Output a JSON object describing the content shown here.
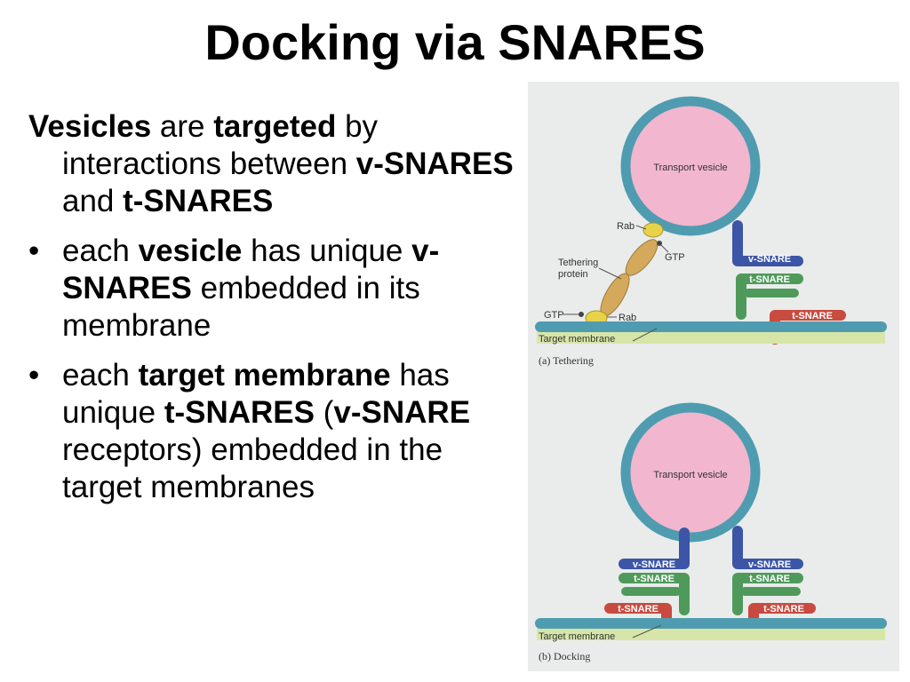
{
  "title": "Docking via SNARES",
  "intro": {
    "p1": "Vesicles",
    "p2": " are ",
    "p3": "targeted",
    "p4": " by interactions between ",
    "p5": "v-SNARES",
    "p6": " and ",
    "p7": "t-SNARES"
  },
  "bullet1": {
    "marker": "•",
    "p1": "each ",
    "p2": "vesicle",
    "p3": " has unique ",
    "p4": "v-SNARES",
    "p5": " embedded in its membrane"
  },
  "bullet2": {
    "marker": "•",
    "p1": "each ",
    "p2": "target membrane",
    "p3": " has unique ",
    "p4": "t-SNARES",
    "p5": " (",
    "p6": "v-SNARE",
    "p7": " receptors) embedded in the target membranes"
  },
  "figure": {
    "top": {
      "vesicle": "Transport vesicle",
      "rab_top": "Rab",
      "gtp_top": "GTP",
      "tethering_protein_line1": "Tethering",
      "tethering_protein_line2": "protein",
      "gtp_bottom": "GTP",
      "rab_bottom": "Rab",
      "v_snare": "v-SNARE",
      "t_snare_green": "t-SNARE",
      "t_snare_red": "t-SNARE",
      "membrane": "Target membrane",
      "caption": "(a) Tethering"
    },
    "bottom": {
      "vesicle": "Transport vesicle",
      "v_snare_left": "v-SNARE",
      "t_snare_green_left": "t-SNARE",
      "t_snare_red_left": "t-SNARE",
      "v_snare_right": "v-SNARE",
      "t_snare_green_right": "t-SNARE",
      "t_snare_red_right": "t-SNARE",
      "membrane": "Target membrane",
      "caption": "(b) Docking"
    },
    "colors": {
      "vesicle_fill": "#f2b6cf",
      "membrane_blue": "#4f9cb0",
      "membrane_band": "#d7e6a8",
      "v_snare": "#3c55a6",
      "t_snare_green": "#4f9a5b",
      "t_snare_red": "#c94a3f",
      "tether": "#d4a95c",
      "rab": "#e8d24a"
    }
  }
}
